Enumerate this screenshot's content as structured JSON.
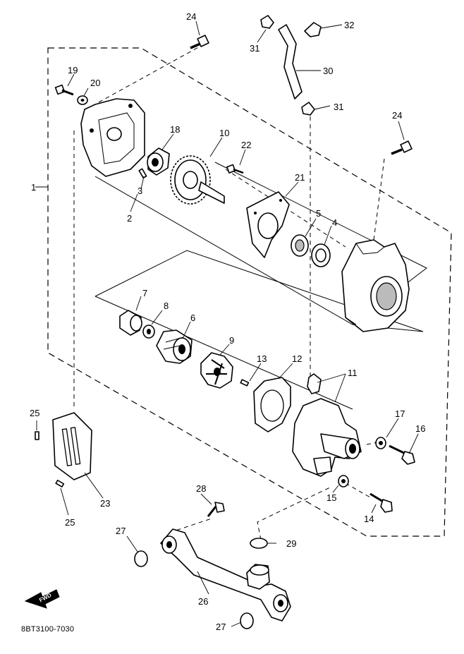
{
  "diagram_code": "8BT3100-7030",
  "direction_label": "FWD",
  "parts": [
    {
      "id": "p1",
      "label": "1"
    },
    {
      "id": "p2",
      "label": "2"
    },
    {
      "id": "p3",
      "label": "3"
    },
    {
      "id": "p4",
      "label": "4"
    },
    {
      "id": "p5",
      "label": "5"
    },
    {
      "id": "p6",
      "label": "6"
    },
    {
      "id": "p7",
      "label": "7"
    },
    {
      "id": "p8",
      "label": "8"
    },
    {
      "id": "p9",
      "label": "9"
    },
    {
      "id": "p10",
      "label": "10"
    },
    {
      "id": "p11",
      "label": "11"
    },
    {
      "id": "p12",
      "label": "12"
    },
    {
      "id": "p13",
      "label": "13"
    },
    {
      "id": "p14",
      "label": "14"
    },
    {
      "id": "p15",
      "label": "15"
    },
    {
      "id": "p16",
      "label": "16"
    },
    {
      "id": "p17",
      "label": "17"
    },
    {
      "id": "p18",
      "label": "18"
    },
    {
      "id": "p19",
      "label": "19"
    },
    {
      "id": "p20",
      "label": "20"
    },
    {
      "id": "p21",
      "label": "21"
    },
    {
      "id": "p22",
      "label": "22"
    },
    {
      "id": "p23",
      "label": "23"
    },
    {
      "id": "p24a",
      "label": "24"
    },
    {
      "id": "p24b",
      "label": "24"
    },
    {
      "id": "p25a",
      "label": "25"
    },
    {
      "id": "p25b",
      "label": "25"
    },
    {
      "id": "p26",
      "label": "26"
    },
    {
      "id": "p27a",
      "label": "27"
    },
    {
      "id": "p27b",
      "label": "27"
    },
    {
      "id": "p28",
      "label": "28"
    },
    {
      "id": "p29",
      "label": "29"
    },
    {
      "id": "p30",
      "label": "30"
    },
    {
      "id": "p31a",
      "label": "31"
    },
    {
      "id": "p31b",
      "label": "31"
    },
    {
      "id": "p32",
      "label": "32"
    }
  ]
}
